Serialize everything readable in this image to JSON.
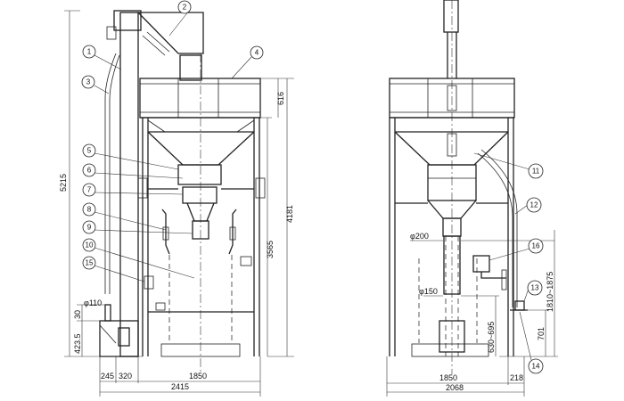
{
  "left_view": {
    "callouts": [
      "1",
      "2",
      "3",
      "4",
      "5",
      "6",
      "7",
      "8",
      "9",
      "10",
      "15"
    ],
    "dims": {
      "total_height": "5215",
      "top_box": "616",
      "frame_height": "4181",
      "column_height": "3565",
      "dia_110": "φ110",
      "d30": "30",
      "d423": "423.5",
      "w245": "245",
      "w320": "320",
      "w1850": "1850",
      "w2415": "2415"
    }
  },
  "right_view": {
    "callouts": [
      "11",
      "12",
      "16",
      "13",
      "14"
    ],
    "dims": {
      "dia_200": "φ200",
      "dia_150": "φ150",
      "h630": "630~695",
      "h701": "701",
      "h1810": "1810~1875",
      "w1850": "1850",
      "w218": "218",
      "w2068": "2068"
    }
  }
}
